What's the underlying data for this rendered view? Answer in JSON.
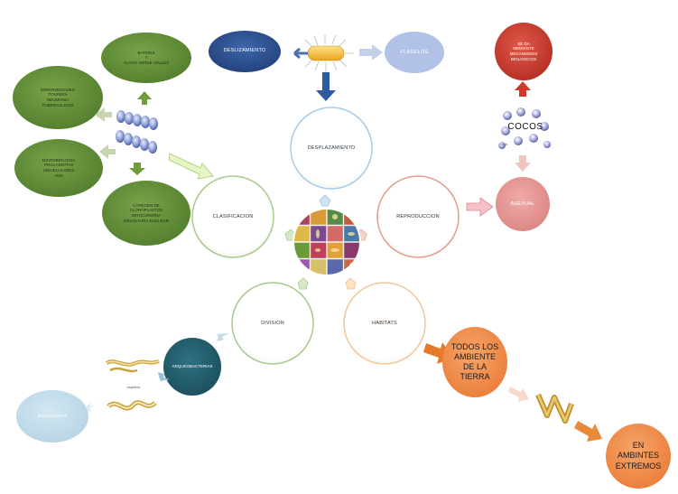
{
  "center": {
    "top": "DESPLAZAMIENTO",
    "left": "CLASIFICACION",
    "right": "REPRODUCCION",
    "bottom_left": "DIVISION",
    "bottom_right": "HABITATS"
  },
  "top_branch": {
    "left_box": "DESLIZAMIENTO",
    "right_box": "FLAGELOS"
  },
  "left_branch": {
    "top": "BATERIS\nY\nALGAS VERDE AZULES",
    "upper_left": "ENFERMEDADES\nTOSFERA\nNEUMONIA\nTUBERCULOSIS",
    "lower_left": "MICROBIOLOGIA\nPROCARIOTAS\nUNICELULARES\nADN",
    "bottom": "CARECEN DE\nCLOROPLASTOS\nMITOCONDRIA\nENVOLTURA NUCLEAR"
  },
  "right_branch": {
    "top": "SE DA\nMEDIANTE\nMECANISMOS\nBIOLOGICOS",
    "title": "COCOS",
    "caption": "rosa",
    "bottom": "ASEXUAL"
  },
  "habitats_branch": {
    "first": "TODOS LOS\nAMBIENTE\nDE LA\nTIERRA",
    "second": "EN\nAMBINTES\nEXTREMOS"
  },
  "division_branch": {
    "dark_circle": "ARQUEOBACTERIAS",
    "caption": "espirilos",
    "light_ellipse": "EUBACTERIAS"
  }
}
